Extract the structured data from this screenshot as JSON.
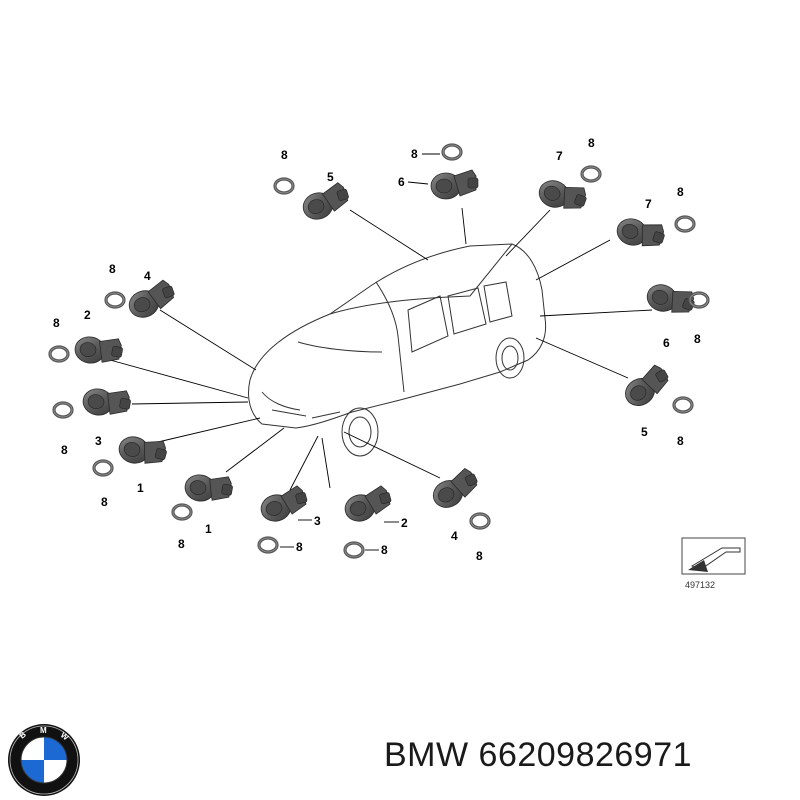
{
  "diagram": {
    "callouts": {
      "c1a": "1",
      "c1b": "1",
      "c2a": "2",
      "c2b": "2",
      "c3a": "3",
      "c3b": "3",
      "c4a": "4",
      "c4b": "4",
      "c5a": "5",
      "c5b": "5",
      "c6a": "6",
      "c6b": "6",
      "c7a": "7",
      "c7b": "7",
      "r1": "8",
      "r2": "8",
      "r3": "8",
      "r4": "8",
      "r5": "8",
      "r6": "8",
      "r7": "8",
      "r8": "8",
      "r9": "8",
      "r10": "8",
      "r11": "8",
      "r12": "8",
      "r13": "8",
      "r14": "8"
    },
    "reference_number": "497132"
  },
  "footer": {
    "text": "BMW 66209826971",
    "logo_letters": "BMW"
  },
  "colors": {
    "sensor": "#5a5a5a",
    "sensor_dark": "#3a3a3a",
    "ring": "#6a6a6a",
    "logo_blue": "#1c69d4",
    "logo_ring": "#111111"
  }
}
